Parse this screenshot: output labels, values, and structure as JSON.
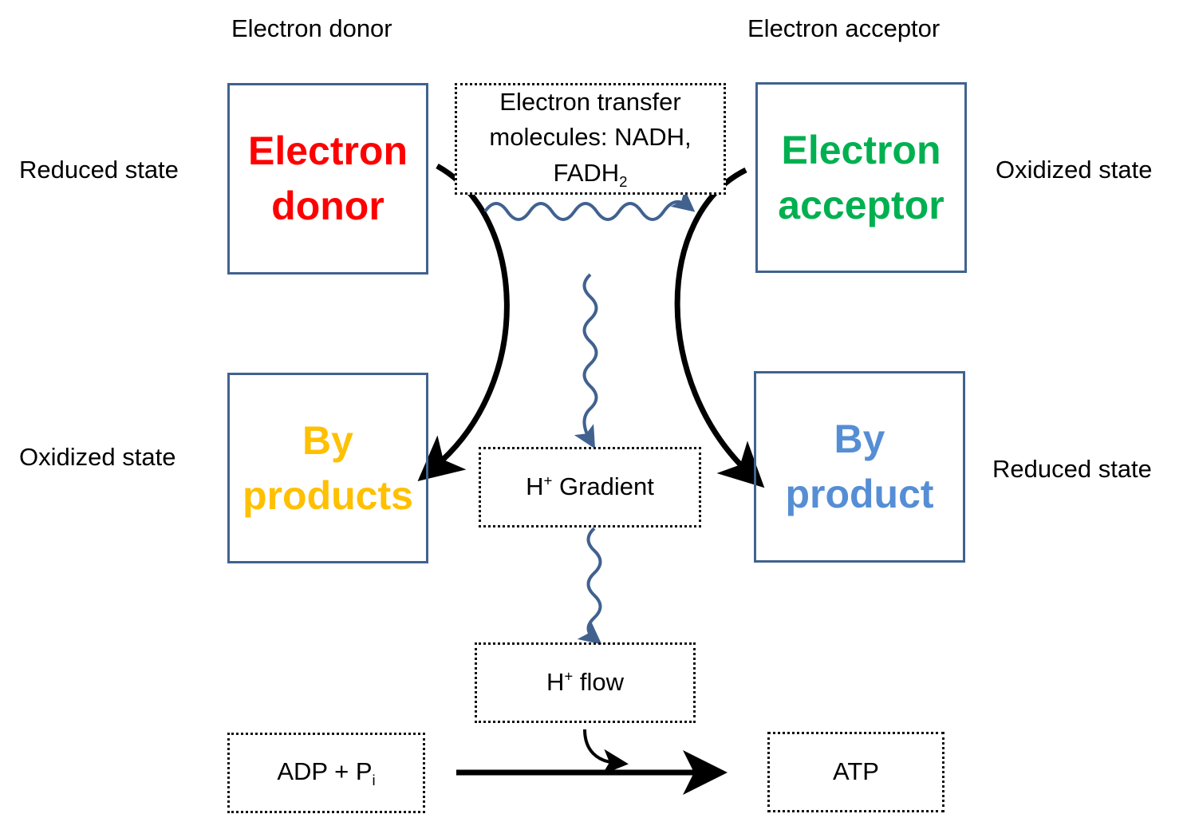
{
  "headers": {
    "donor": "Electron donor",
    "acceptor": "Electron acceptor"
  },
  "side_labels": {
    "left_top": "Reduced state",
    "left_bottom": "Oxidized state",
    "right_top": "Oxidized state",
    "right_bottom": "Reduced state"
  },
  "boxes": {
    "donor": {
      "line1": "Electron",
      "line2": "donor",
      "color": "#ff0000"
    },
    "acceptor": {
      "line1": "Electron",
      "line2": "acceptor",
      "color": "#00b050"
    },
    "byproducts": {
      "line1": "By",
      "line2": "products",
      "color": "#ffc000"
    },
    "byproduct": {
      "line1": "By",
      "line2": "product",
      "color": "#558ed5"
    },
    "transfer": {
      "line1": "Electron transfer",
      "line2": "molecules: NADH,",
      "line3_main": "FADH",
      "line3_sub": "2"
    },
    "gradient": {
      "sup": "+",
      "main": "H",
      "rest": " Gradient"
    },
    "flow": {
      "sup": "+",
      "main": "H",
      "rest": " flow"
    },
    "adp": {
      "main": "ADP + P",
      "sub": "i"
    },
    "atp": {
      "text": "ATP"
    }
  },
  "colors": {
    "box_border": "#41628f",
    "wavy_arrow": "#41628f",
    "arrow": "#000000"
  }
}
